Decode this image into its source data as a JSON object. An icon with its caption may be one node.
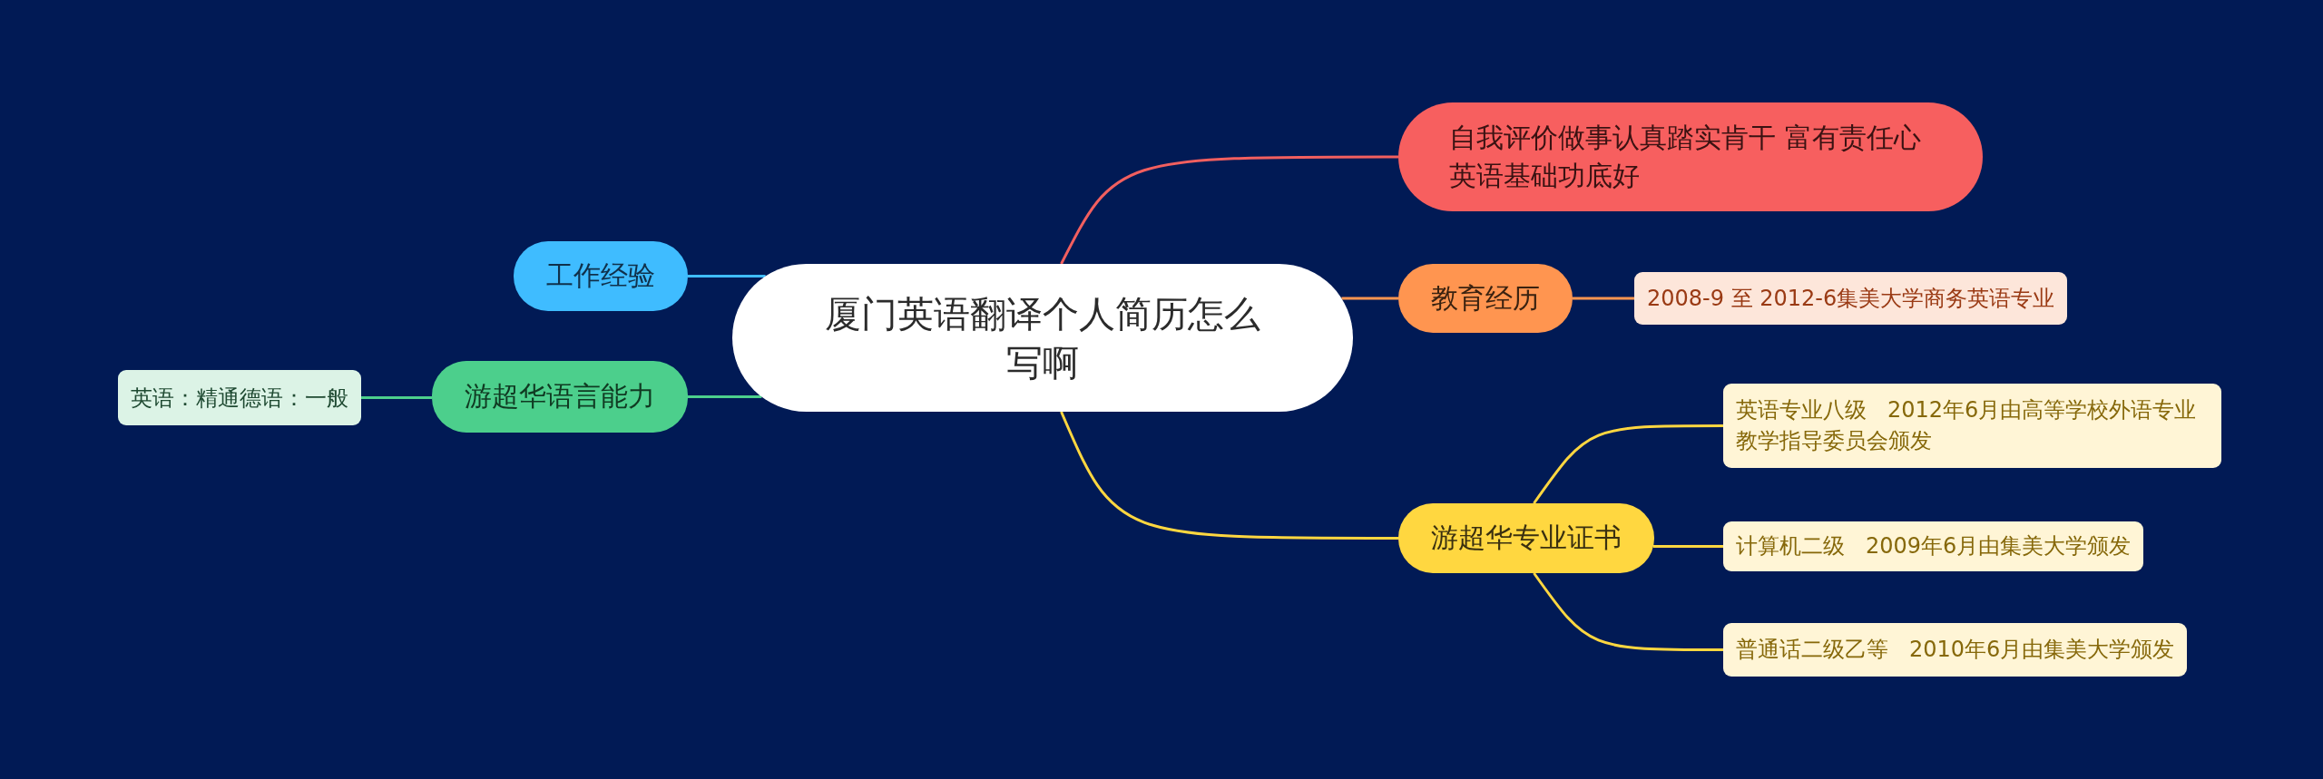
{
  "diagram": {
    "nodes": [
      {
        "text": [
          "厦门英语翻译个人简历怎么写啊"
        ]
      },
      {
        "text": [
          "自我评价做事认真踏实肯干 富有责任心英语基础功底好"
        ]
      },
      {
        "text": [
          "教育经历"
        ]
      },
      {
        "text": [
          "2008-9 至 2012-6集美大学商务英语专业"
        ]
      },
      {
        "text": [
          "游超华专业证书"
        ]
      },
      {
        "text": [
          "英语专业八级   2012年6月由高等学校外语专业教学指导委员会颁发"
        ]
      },
      {
        "text": [
          "计算机二级   2009年6月由集美大学颁发"
        ]
      },
      {
        "text": [
          "普通话二级乙等   2010年6月由集美大学颁发"
        ]
      },
      {
        "text": [
          "工作经验"
        ]
      },
      {
        "text": [
          "游超华语言能力"
        ]
      },
      {
        "text": [
          "英语：精通德语：一般"
        ]
      }
    ],
    "edges": [
      {
        "from": 0,
        "to": 1,
        "arrow": "none",
        "color": "#f25f5f"
      },
      {
        "from": 0,
        "to": 2,
        "arrow": "none",
        "color": "#ff9550"
      },
      {
        "from": 2,
        "to": 3,
        "arrow": "none",
        "color": "#ff9550"
      },
      {
        "from": 0,
        "to": 4,
        "arrow": "none",
        "color": "#ffd740"
      },
      {
        "from": 4,
        "to": 5,
        "arrow": "none",
        "color": "#ffd740"
      },
      {
        "from": 4,
        "to": 6,
        "arrow": "none",
        "color": "#ffd740"
      },
      {
        "from": 4,
        "to": 7,
        "arrow": "none",
        "color": "#ffd740"
      },
      {
        "from": 0,
        "to": 8,
        "arrow": "none",
        "color": "#3fbcff"
      },
      {
        "from": 0,
        "to": 9,
        "arrow": "none",
        "color": "#4ccf8c"
      },
      {
        "from": 9,
        "to": 10,
        "arrow": "none",
        "color": "#4ccf8c"
      }
    ]
  }
}
